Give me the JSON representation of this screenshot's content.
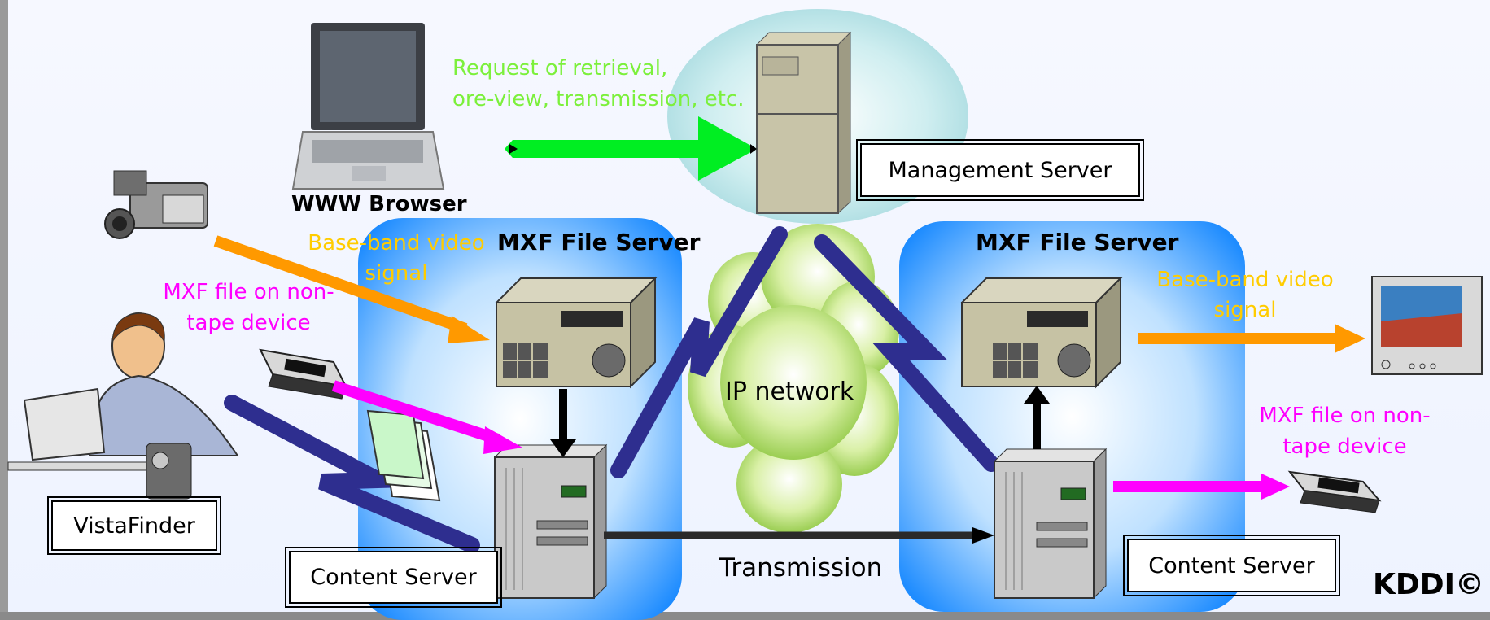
{
  "labels": {
    "www_browser": "WWW Browser",
    "request": [
      "Request of retrieval,",
      "ore-view, transmission, etc."
    ],
    "management_server": "Management Server",
    "mxf_file_server_left": "MXF File Server",
    "mxf_file_server_right": "MXF File Server",
    "baseband_left": [
      "Base-band video",
      "signal"
    ],
    "baseband_right": [
      "Base-band video",
      "signal"
    ],
    "mxf_nontape_left": [
      "MXF file on non-",
      "tape device"
    ],
    "mxf_nontape_right": [
      "MXF file on non-",
      "tape device"
    ],
    "ip_network": "IP network",
    "transmission": "Transmission",
    "vistafinder": "VistaFinder",
    "content_server_left": "Content Server",
    "content_server_right": "Content Server",
    "copyright": "KDDI©"
  },
  "colors": {
    "green_text": "#7cf03c",
    "green_arrow": "#00ee22",
    "orange": "#ff9900",
    "yellow_text": "#ffcc00",
    "magenta": "#ff00ff",
    "zigzag": "#2e2e8f",
    "blue_panel": "#1e90ff",
    "mgmt_ellipse": "#a8dce0",
    "cloud": "#99cc33"
  }
}
